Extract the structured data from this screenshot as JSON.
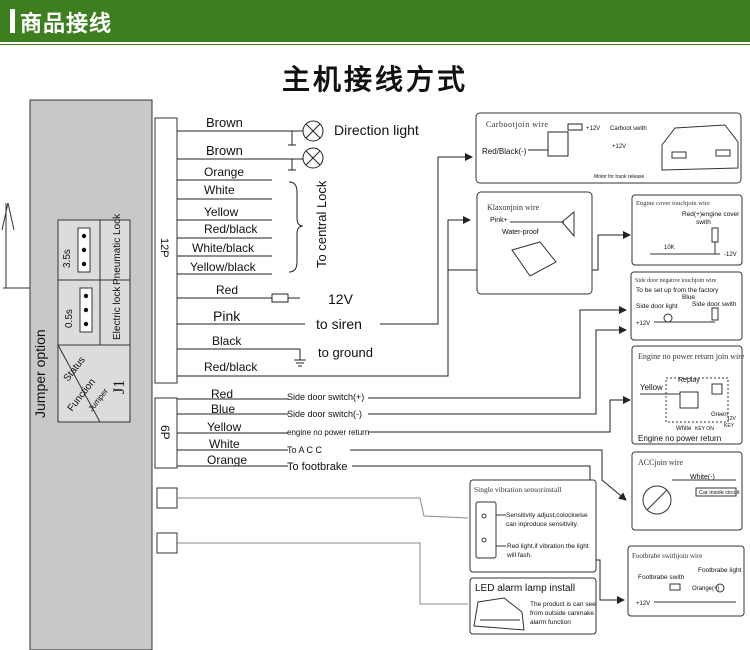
{
  "banner": {
    "title": "商品接线"
  },
  "page_title": "主机接线方式",
  "control_unit": {
    "jumper_option": "Jumper option",
    "pneumatic_time": "3.5s",
    "pneumatic_lock": "Pneumatic Lock",
    "electric_time": "0.5s",
    "electric_lock": "Electric lock",
    "status": "Status",
    "function": "Function",
    "jumper": "Jumper",
    "j1": "J1"
  },
  "connector_12p": {
    "label": "12P",
    "wires": [
      "Brown",
      "Brown",
      "Orange",
      "White",
      "Yellow",
      "Red/black",
      "White/black",
      "Yellow/black",
      "Red",
      "Pink",
      "Black",
      "Red/black"
    ],
    "direction_light": "Direction light",
    "to_central_lock": "To central Lock",
    "voltage": "12V",
    "to_siren": "to  siren",
    "to_ground": "to ground"
  },
  "connector_6p": {
    "label": "6P",
    "wires": [
      "Red",
      "Blue",
      "Yellow",
      "White",
      "Orange"
    ],
    "targets": [
      "Side door switch(+)",
      "Side door switch(-)",
      "engine no power return",
      "To A C C",
      "To footbrake"
    ]
  },
  "boxes": {
    "carboot": {
      "title": "Carbootjoin wire",
      "wire": "Red/Black(-)",
      "v1": "+12V",
      "switch": "Carboot swith",
      "v2": "+12V",
      "motor": "Motor for trunk release"
    },
    "klaxon": {
      "title": "Klaxonjoin wire",
      "pink": "Pink+",
      "water": "Water-proof"
    },
    "engine_cover": {
      "title": "Engine cover touchjoin wire",
      "line1": "Red(+)engine cover",
      "line2": "swith",
      "resistor": "10K",
      "v": "-12V"
    },
    "side_door": {
      "title": "Side door negative touchjoin wire",
      "line1": "To be set up from the factory",
      "blue": "Blue",
      "left": "Side door light",
      "right": "Side door swith",
      "v": "+12V"
    },
    "engine_no_power": {
      "title": "Engine no power return join wire",
      "yellow": "Yellow",
      "replay": "Replay",
      "green": "Green",
      "white": "White",
      "key_on": "KEY ON",
      "v": "12V",
      "key": "KEY",
      "footer": "Engine no power return"
    },
    "acc": {
      "title": "ACCjoin wire",
      "white": "White(-)",
      "circuit": "Car inside circuit"
    },
    "vibration": {
      "title": "Single vibration sensorinstall",
      "n1a": "Sensitivity adjust,colockwise",
      "n1b": "can inproduce sensitivity.",
      "n2a": "Red light,if vibration the light",
      "n2b": "will fash."
    },
    "footbrake": {
      "title": "Footbrabe swithjoin wire",
      "left": "Footbrabe swith",
      "right": "Footbrabe light",
      "orange": "Orange(+)",
      "v": "+12V"
    },
    "led": {
      "title": "LED alarm lamp install",
      "n1": "The product is can see",
      "n2": "from outside canmake",
      "n3": "alarm function"
    }
  }
}
